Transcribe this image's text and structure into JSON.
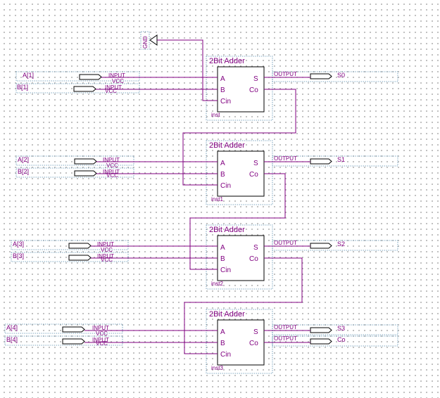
{
  "gnd_label": "GND",
  "input_kind": "INPUT",
  "vcc_label": "VCC",
  "output_kind": "OUTPUT",
  "block_title": "2Bit Adder",
  "block_ports": {
    "a": "A",
    "b": "B",
    "cin": "Cin",
    "s": "S",
    "co": "Co"
  },
  "stages": [
    {
      "a": "A[1]",
      "b": "B[1]",
      "inst": "inst",
      "sum": "S0"
    },
    {
      "a": "A[2]",
      "b": "B[2]",
      "inst": "inst1",
      "sum": "S1"
    },
    {
      "a": "A[3]",
      "b": "B[3]",
      "inst": "inst2",
      "sum": "S2"
    },
    {
      "a": "A[4]",
      "b": "B[4]",
      "inst": "inst3",
      "sum": "S3"
    }
  ],
  "carry_out": "Co",
  "colors": {
    "wire": "#800080",
    "outline": "#000000",
    "pin_box": "#5a8fb0"
  }
}
